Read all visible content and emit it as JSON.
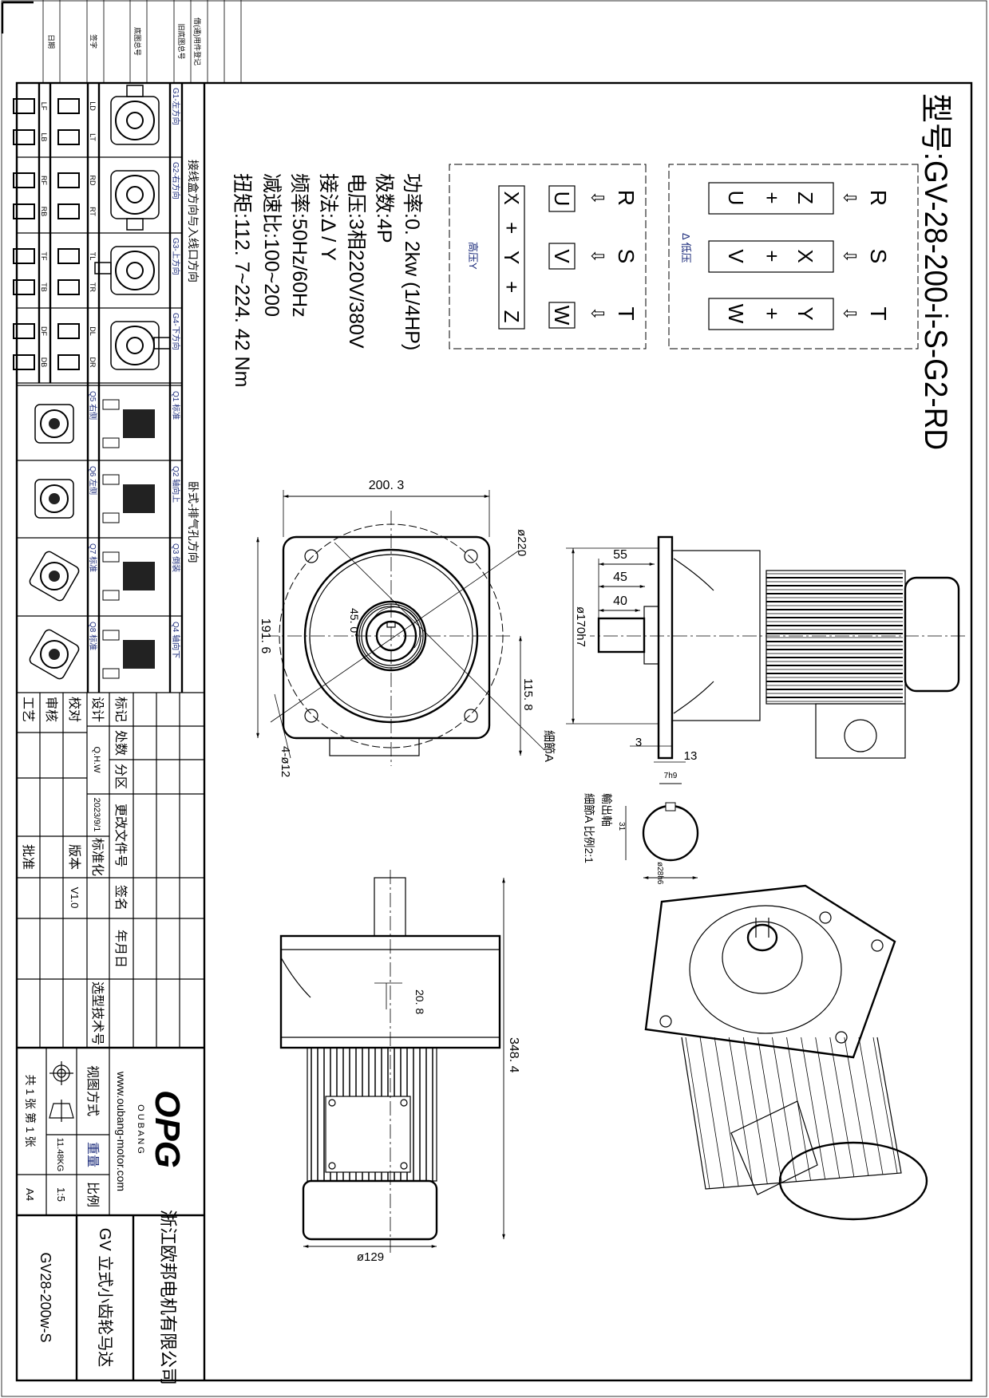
{
  "title": "型号:GV-28-200-i-S-G2-RD",
  "wiring": {
    "low": {
      "label": "Δ 低压",
      "phases": [
        "R",
        "S",
        "T"
      ],
      "arrow": "⇩",
      "connections": [
        [
          "Z",
          "+",
          "U"
        ],
        [
          "X",
          "+",
          "V"
        ],
        [
          "Y",
          "+",
          "W"
        ]
      ]
    },
    "high": {
      "label": "高压Y",
      "phases": [
        "R",
        "S",
        "T"
      ],
      "arrow": "⇩",
      "terminals": [
        "U",
        "V",
        "W"
      ],
      "star": "X + Y + Z"
    }
  },
  "specs": [
    "功率:0. 2kw  (1/4HP)",
    "极数:4P",
    "电压:3相220V/380V",
    "接法:Δ / Y",
    "频率:50Hz/60Hz",
    "减速比:100~200",
    "扭矩:112. 7~224. 42 Nm"
  ],
  "dimensions": {
    "front": {
      "width": "200. 3",
      "height": "191. 6",
      "circle": "ø220",
      "angle": "45. 0°",
      "offset": "115. 8",
      "holes": "4-ø12",
      "detail": "細節A"
    },
    "side": {
      "d55": "55",
      "d45": "45",
      "d40": "40",
      "spigot": "ø170h7",
      "d3": "3",
      "d13": "13"
    },
    "shaft": {
      "key": "7h9",
      "height": "31",
      "dia": "ø28h6",
      "title": "輸出軸",
      "scale": "細節A 比例2:1"
    },
    "vertical": {
      "length": "348. 4",
      "offset": "20. 8",
      "dia": "ø129"
    }
  },
  "top_strip": [
    "日期",
    "签字",
    "底图总号",
    "旧底图总号",
    "借(通)用件登记"
  ],
  "panel": {
    "junction_title": "接线盒方向与入线口方向",
    "vent_title": "卧式-排气孔方向",
    "g_rows": [
      {
        "label": "G1-左方向",
        "a": "LD",
        "b": "LT",
        "c": "LF",
        "d": "LB"
      },
      {
        "label": "G2-右方向",
        "a": "RD",
        "b": "RT",
        "c": "RF",
        "d": "RB"
      },
      {
        "label": "G3-上方向",
        "a": "TL",
        "b": "TR",
        "c": "TF",
        "d": "TB"
      },
      {
        "label": "G4-下方向",
        "a": "DL",
        "b": "DR",
        "c": "DF",
        "d": "DB"
      }
    ],
    "q_rows": [
      {
        "label": "Q1 标准",
        "sub": "Q5 右侧"
      },
      {
        "label": "Q2 轴向上",
        "sub": "Q6 左侧"
      },
      {
        "label": "Q3 倒装",
        "sub": "Q7 标准"
      },
      {
        "label": "Q4 轴向下",
        "sub": "Q8 标准"
      }
    ]
  },
  "titleblock": {
    "mark": "标记",
    "count": "处数",
    "zone": "分区",
    "change_doc": "更改文件号",
    "sign": "签名",
    "date": "年月日",
    "design": "设计",
    "designer": "Q.H.W",
    "design_date": "2023/9/1",
    "standard": "标准化",
    "check": "校对",
    "version_label": "版本",
    "version": "V1.0",
    "review": "审核",
    "process": "工艺",
    "approve": "批准",
    "selection_no": "选型技术号",
    "view_method": "视图方式",
    "weight_label": "重量",
    "weight": "11.48KG",
    "scale_label": "比例",
    "scale": "1:5",
    "sheets": "共 1 张 第 1 张",
    "paper": "A4",
    "logo": "OPG",
    "brand": "O U B A N G",
    "website": "www.oubang-motor.com",
    "company": "浙江欧邦电机有限公司",
    "product": "GV  立式小齿轮马达",
    "model": "GV28-200w-S"
  }
}
